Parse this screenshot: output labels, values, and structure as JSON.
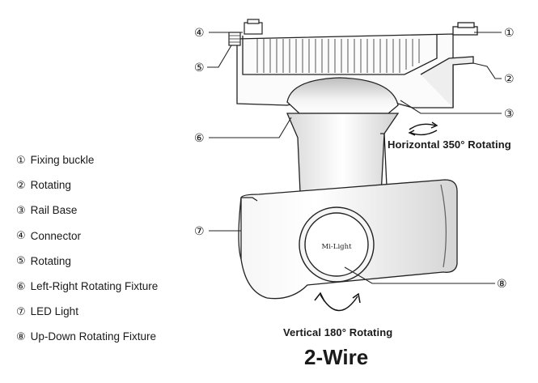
{
  "callouts": [
    {
      "num": "①",
      "label": "Fixing buckle"
    },
    {
      "num": "②",
      "label": "Rotating"
    },
    {
      "num": "③",
      "label": "Rail Base"
    },
    {
      "num": "④",
      "label": "Connector"
    },
    {
      "num": "⑤",
      "label": "Rotating"
    },
    {
      "num": "⑥",
      "label": "Left-Right Rotating Fixture"
    },
    {
      "num": "⑦",
      "label": "LED Light"
    },
    {
      "num": "⑧",
      "label": "Up-Down Rotating Fixture"
    }
  ],
  "rotations": {
    "horizontal": "Horizontal  350°  Rotating",
    "vertical": "Vertical 180°  Rotating"
  },
  "brand": "Mi-Light",
  "title": "2-Wire"
}
